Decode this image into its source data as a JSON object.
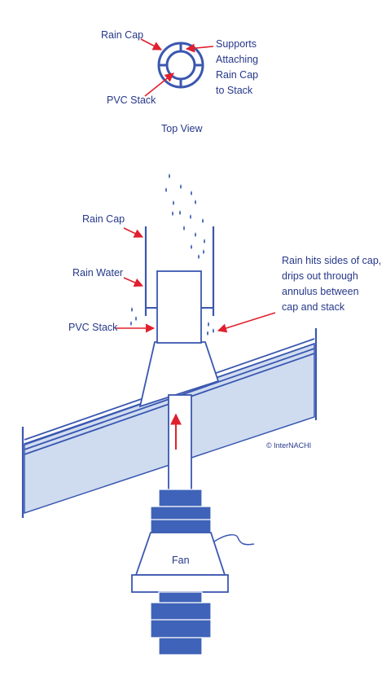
{
  "top_view": {
    "labels": {
      "rain_cap": "Rain Cap",
      "pvc_stack": "PVC Stack",
      "supports_line1": "Supports",
      "supports_line2": "Attaching",
      "supports_line3": "Rain Cap",
      "supports_line4": "to Stack"
    },
    "caption": "Top View"
  },
  "side_view": {
    "labels": {
      "rain_cap": "Rain Cap",
      "rain_water": "Rain Water",
      "pvc_stack": "PVC Stack",
      "annulus_line1": "Rain hits sides of cap,",
      "annulus_line2": "drips out through",
      "annulus_line3": "annulus between",
      "annulus_line4": "cap and stack",
      "fan": "Fan",
      "copyright": "© InterNACHI"
    }
  },
  "colors": {
    "line_blue": "#3a57b0",
    "fill_blue": "#3f63b8",
    "light_fill": "#cfdcf0",
    "arrow_red": "#e0202e",
    "text_navy": "#26388a"
  }
}
